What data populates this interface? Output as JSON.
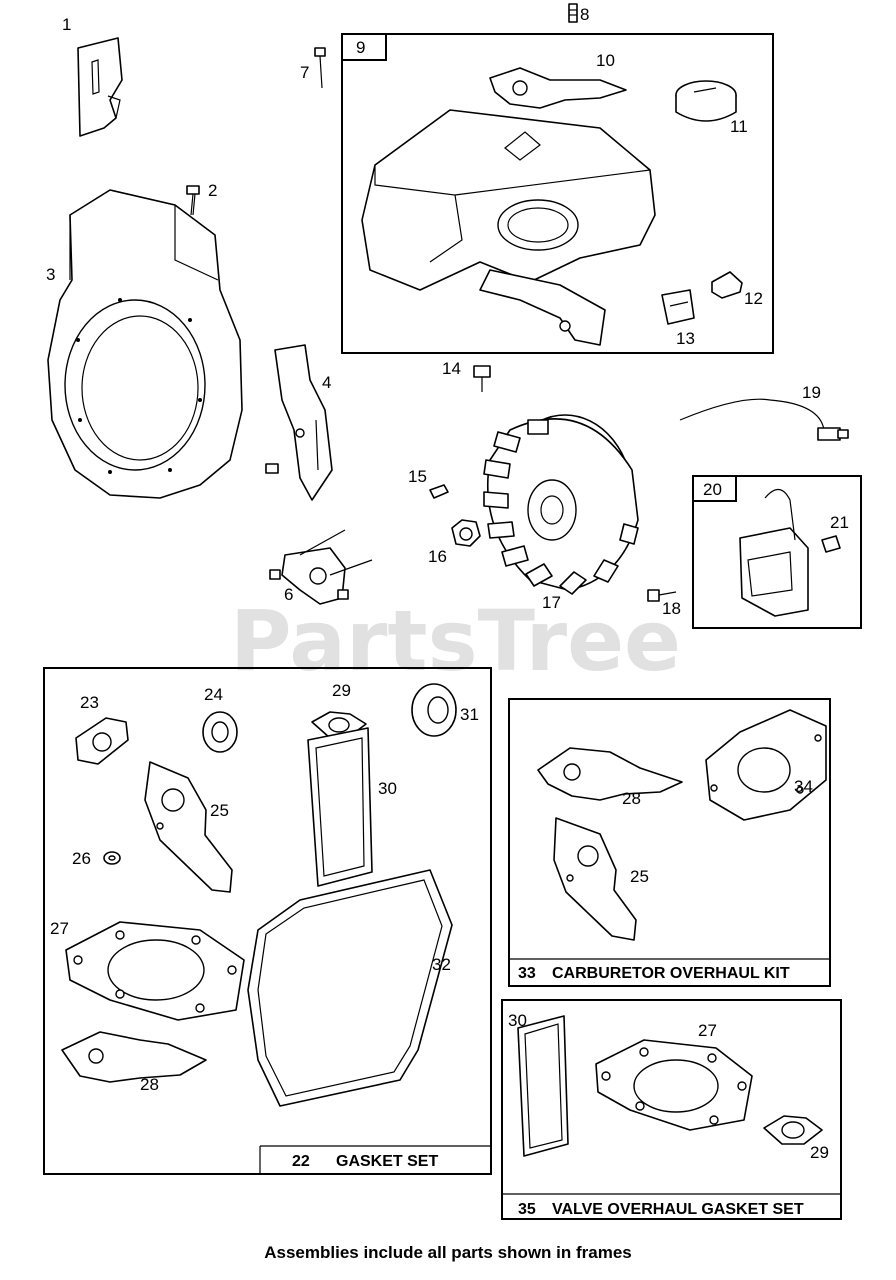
{
  "watermark": "PartsTree",
  "footer_note": "Assemblies include all parts shown in frames",
  "callouts": {
    "p1": "1",
    "p2": "2",
    "p3": "3",
    "p4": "4",
    "p6": "6",
    "p7": "7",
    "p8": "8",
    "p9": "9",
    "p10": "10",
    "p11": "11",
    "p12": "12",
    "p13": "13",
    "p14": "14",
    "p15": "15",
    "p16": "16",
    "p17": "17",
    "p18": "18",
    "p19": "19",
    "p20": "20",
    "p21": "21",
    "g23": "23",
    "g24": "24",
    "g29": "29",
    "g31": "31",
    "g25": "25",
    "g30": "30",
    "g26": "26",
    "g27": "27",
    "g32": "32",
    "g28": "28",
    "c28": "28",
    "c34": "34",
    "c25": "25",
    "v30": "30",
    "v27": "27",
    "v29": "29"
  },
  "kits": {
    "gasket_set": {
      "number": "22",
      "title": "GASKET SET"
    },
    "carburetor_kit": {
      "number": "33",
      "title": "CARBURETOR OVERHAUL KIT"
    },
    "valve_kit": {
      "number": "35",
      "title": "VALVE OVERHAUL GASKET SET"
    }
  }
}
